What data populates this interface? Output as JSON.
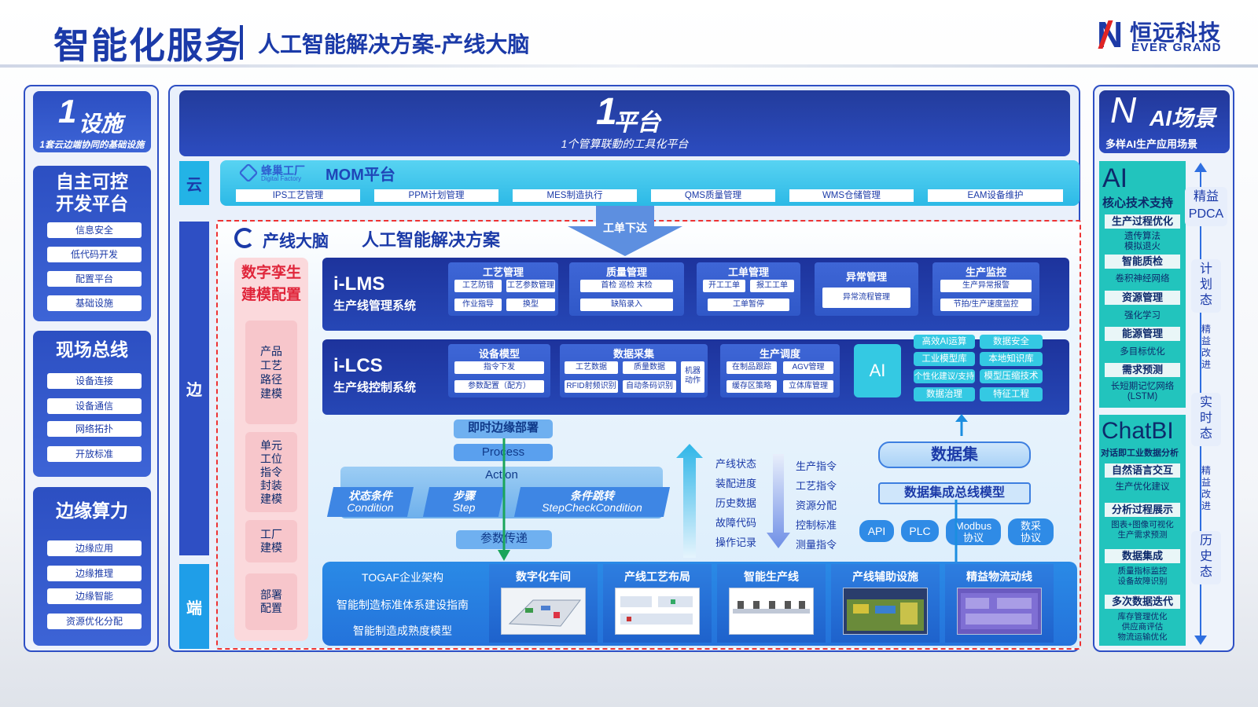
{
  "header": {
    "title": "智能化服务",
    "subtitle": "人工智能解决方案-产线大脑",
    "logo_cn": "恒远科技",
    "logo_en": "EVER GRAND",
    "logo_mark": "N"
  },
  "left": {
    "infra_num": "1",
    "infra_title": "设施",
    "infra_sub": "1套云边端协同的基础设施",
    "block1_title": "自主可控\n开发平台",
    "block1_items": [
      "信息安全",
      "低代码开发",
      "配置平台",
      "基础设施"
    ],
    "block2_title": "现场总线",
    "block2_items": [
      "设备连接",
      "设备通信",
      "网络拓扑",
      "开放标准"
    ],
    "block3_title": "边缘算力",
    "block3_items": [
      "边缘应用",
      "边缘推理",
      "边缘智能",
      "资源优化分配"
    ]
  },
  "center": {
    "banner_num": "1",
    "banner_title": "平台",
    "banner_sub": "1个管算联動的工具化平台",
    "tags": {
      "cloud": "云",
      "edge": "边",
      "end": "端"
    },
    "mom": {
      "brand": "蜂巢工厂",
      "brand_en": "Digital Factory",
      "title": "MOM平台",
      "items": [
        "IPS工艺管理",
        "PPM计划管理",
        "MES制造执行",
        "QMS质量管理",
        "WMS仓储管理",
        "EAM设备维护"
      ]
    },
    "dispatch": "工单下达",
    "brain": {
      "logo": "产线大脑",
      "title": "人工智能解决方案"
    },
    "twin": {
      "title": "数字孪生\n建模配置",
      "items": [
        "产品\n工艺\n路径\n建模",
        "单元\n工位\n指令\n封装\n建模",
        "工厂\n建模",
        "部署\n配置"
      ]
    },
    "lms": {
      "name": "i-LMS",
      "desc": "生产线管理系统",
      "m1": {
        "title": "工艺管理",
        "chips": [
          "工艺防错",
          "工艺参数管理",
          "作业指导",
          "换型"
        ]
      },
      "m2": {
        "title": "质量管理",
        "chips": [
          "首检 巡检 末检",
          "缺陷录入"
        ]
      },
      "m3": {
        "title": "工单管理",
        "chips": [
          "开工工单",
          "报工工单",
          "工单暂停"
        ]
      },
      "m4": {
        "title": "异常管理",
        "chips": [
          "异常流程管理"
        ]
      },
      "m5": {
        "title": "生产监控",
        "chips": [
          "生产异常报警",
          "节拍/生产速度监控"
        ]
      }
    },
    "lcs": {
      "name": "i-LCS",
      "desc": "生产线控制系统",
      "m1": {
        "title": "设备模型",
        "chips": [
          "指令下发",
          "参数配置（配方）"
        ]
      },
      "m2": {
        "title": "数据采集",
        "chips": [
          "工艺数据",
          "质量数据",
          "RFID射频识别",
          "自动条码识别",
          "机器\n动作"
        ]
      },
      "m3": {
        "title": "生产调度",
        "chips": [
          "在制品跟踪",
          "AGV管理",
          "缓存区策略",
          "立体库管理"
        ]
      },
      "ai": "AI",
      "cyan": [
        "高效AI运算",
        "数据安全",
        "工业模型库",
        "本地知识库",
        "个性化建议/支持",
        "模型压缩技术",
        "数据治理",
        "特征工程"
      ]
    },
    "flow": {
      "deploy": "即时边缘部署",
      "process": "Process",
      "action": "Action",
      "params": "参数传递",
      "cond": "状态条件",
      "cond_en": "Condition",
      "step": "步骤",
      "step_en": "Step",
      "jump": "条件跳转",
      "jump_en": "StepCheckCondition"
    },
    "up_list": [
      "产线状态",
      "装配进度",
      "历史数据",
      "故障代码",
      "操作记录"
    ],
    "down_list": [
      "生产指令",
      "工艺指令",
      "资源分配",
      "控制标准",
      "测量指令"
    ],
    "dataset": "数据集",
    "dataset_model": "数据集成总线模型",
    "protocols": [
      "API",
      "PLC",
      "Modbus\n协议",
      "数采\n协议"
    ],
    "bottom": {
      "texts": [
        "TOGAF企业架构",
        "智能制造标准体系建设指南",
        "智能制造成熟度模型"
      ],
      "cards": [
        "数字化车间",
        "产线工艺布局",
        "智能生产线",
        "产线辅助设施",
        "精益物流动线"
      ]
    }
  },
  "right": {
    "head_num": "N",
    "head_title": "AI场景",
    "head_sub": "多样AI生产应用场景",
    "ai_title": "AI",
    "ai_sub": "核心技术支持",
    "ai_items": [
      {
        "pill": "生产过程优化",
        "sub": "遗传算法\n模拟退火"
      },
      {
        "pill": "智能质检",
        "sub": "卷积神经网络"
      },
      {
        "pill": "资源管理",
        "sub": "强化学习"
      },
      {
        "pill": "能源管理",
        "sub": "多目标优化"
      },
      {
        "pill": "需求预测",
        "sub": "长短期记忆网络\n(LSTM)"
      }
    ],
    "bi_title": "ChatBI",
    "bi_sub": "对话即工业数据分析",
    "bi_items": [
      {
        "pill": "自然语言交互",
        "sub": "生产优化建议"
      },
      {
        "pill": "分析过程展示",
        "sub": "图表+图像可视化\n生产需求预测"
      },
      {
        "pill": "数据集成",
        "sub": "质量指标监控\n设备故障识别"
      },
      {
        "pill": "多次数据迭代",
        "sub": "库存管理优化\n供应商评估\n物流运输优化"
      }
    ],
    "pdca": "精益\nPDCA",
    "side": [
      "计\n划\n态",
      "精\n益\n改\n进",
      "实\n时\n态",
      "精\n益\n改\n进",
      "历\n史\n态"
    ]
  },
  "colors": {
    "primary": "#1b3aa8",
    "cyan": "#34c9e3",
    "teal": "#22c4bd",
    "red": "#e33"
  }
}
